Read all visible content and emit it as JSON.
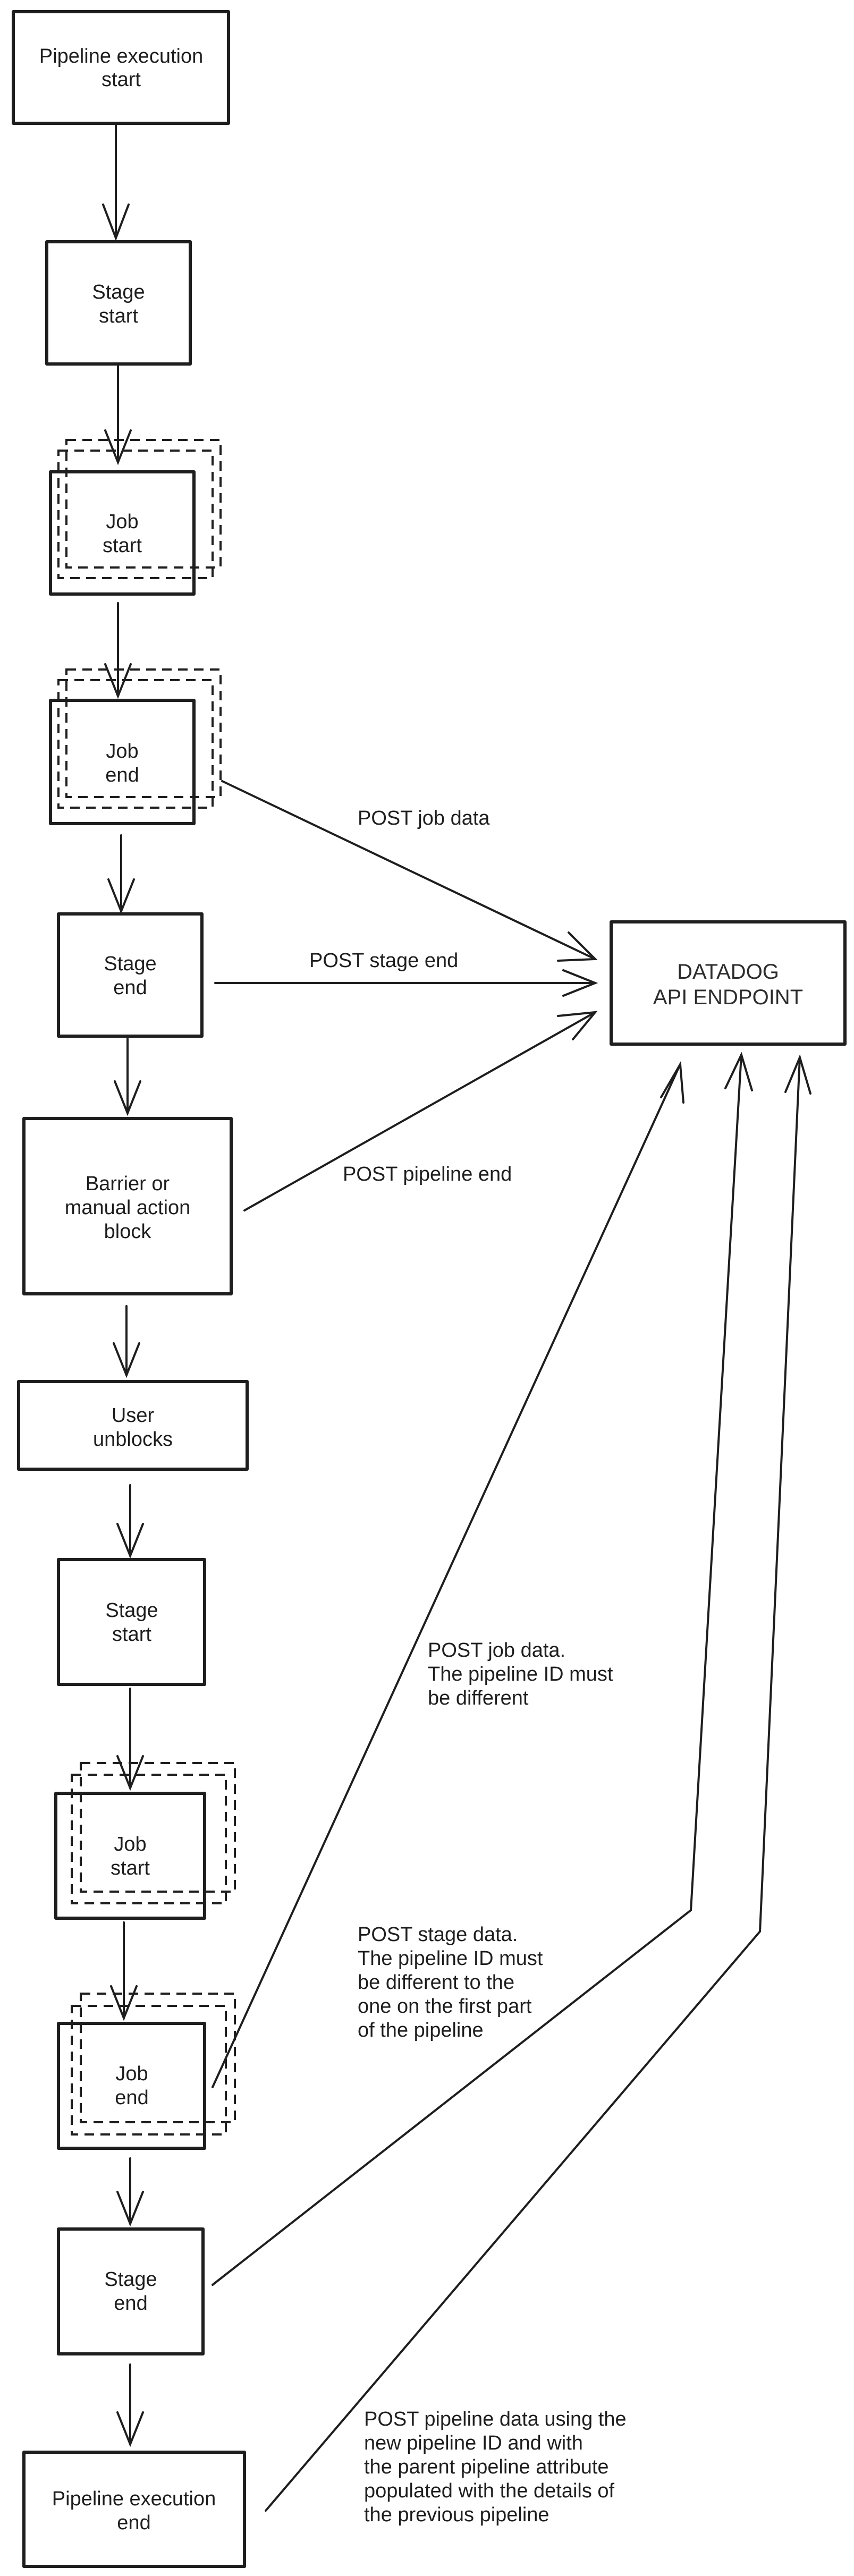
{
  "nodes": {
    "pipeline_start": "Pipeline execution start",
    "stage_start_1": "Stage start",
    "job_start_1": "Job start",
    "job_end_1": "Job end",
    "stage_end_1": "Stage end",
    "barrier": "Barrier or manual action block",
    "user_unblocks": "User unblocks",
    "stage_start_2": "Stage start",
    "job_start_2": "Job start",
    "job_end_2": "Job end",
    "stage_end_2": "Stage end",
    "pipeline_end": "Pipeline execution end",
    "api_endpoint": "DATADOG API ENDPOINT"
  },
  "edges": {
    "post_job_data": "POST job data",
    "post_stage_end": "POST stage end",
    "post_pipeline_end": "POST pipeline end",
    "post_job_data_2": "POST job data. The pipeline ID must be different",
    "post_stage_data_2": "POST stage data. The pipeline ID must be different to the one on the first part of the pipeline",
    "post_pipeline_data_2": "POST pipeline data using the new pipeline ID and with the parent pipeline attribute populated with the details of the previous pipeline"
  },
  "colors": {
    "gray_fill": "#e9ecef",
    "hatch_gray": "#c8c8c8",
    "barrier_fill": "#ffc9c9",
    "barrier_hatch": "#f08c8c",
    "user_fill": "#d3f9d8",
    "user_hatch": "#69db7c",
    "api_hatch": "#b197fc",
    "stroke": "#1e1e1e"
  }
}
